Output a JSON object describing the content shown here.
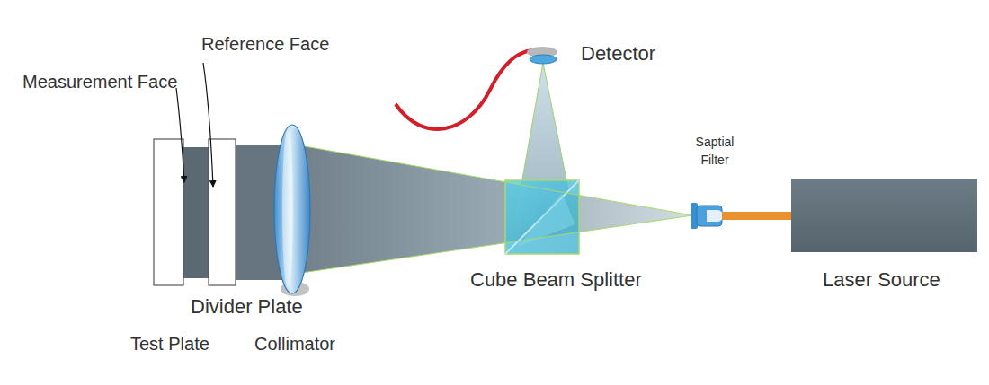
{
  "diagram": {
    "labels": [
      "Reference Face",
      "Measurement Face",
      "Detector",
      "Saptial Filter",
      "Cube Beam Splitter",
      "Laser Source",
      "Divider Plate",
      "Test Plate",
      "Collimator"
    ]
  }
}
